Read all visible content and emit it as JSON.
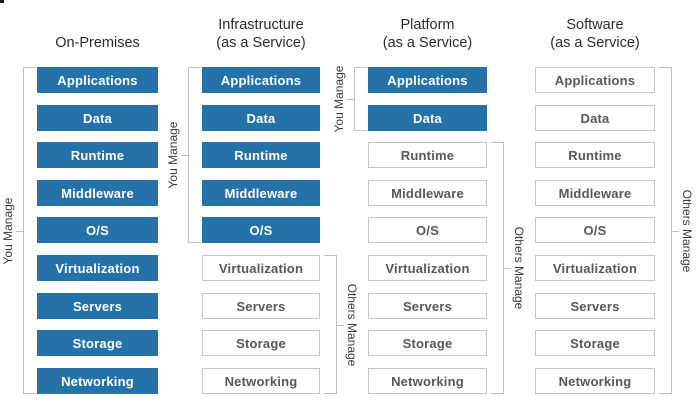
{
  "colors": {
    "managed_by_you_fill": "#2472a8",
    "managed_by_you_text": "#ffffff",
    "managed_by_others_fill": "#ffffff",
    "managed_by_others_border": "#c7c7c7",
    "managed_by_others_text": "#58585a",
    "header_text": "#2b2b2b",
    "bracket_line": "#c2c2c2",
    "bracket_label_text": "#3a3a3a"
  },
  "bracket_labels": {
    "you": "You Manage",
    "others": "Others Manage"
  },
  "columns": [
    {
      "id": "on-premises",
      "title_line1": "On-Premises",
      "title_line2": "",
      "layers": [
        {
          "label": "Applications",
          "managed_by": "you"
        },
        {
          "label": "Data",
          "managed_by": "you"
        },
        {
          "label": "Runtime",
          "managed_by": "you"
        },
        {
          "label": "Middleware",
          "managed_by": "you"
        },
        {
          "label": "O/S",
          "managed_by": "you"
        },
        {
          "label": "Virtualization",
          "managed_by": "you"
        },
        {
          "label": "Servers",
          "managed_by": "you"
        },
        {
          "label": "Storage",
          "managed_by": "you"
        },
        {
          "label": "Networking",
          "managed_by": "you"
        }
      ],
      "brackets": [
        {
          "side": "left",
          "label": "You Manage",
          "from_layer": 0,
          "to_layer": 8
        }
      ]
    },
    {
      "id": "iaas",
      "title_line1": "Infrastructure",
      "title_line2": "(as a Service)",
      "layers": [
        {
          "label": "Applications",
          "managed_by": "you"
        },
        {
          "label": "Data",
          "managed_by": "you"
        },
        {
          "label": "Runtime",
          "managed_by": "you"
        },
        {
          "label": "Middleware",
          "managed_by": "you"
        },
        {
          "label": "O/S",
          "managed_by": "you"
        },
        {
          "label": "Virtualization",
          "managed_by": "others"
        },
        {
          "label": "Servers",
          "managed_by": "others"
        },
        {
          "label": "Storage",
          "managed_by": "others"
        },
        {
          "label": "Networking",
          "managed_by": "others"
        }
      ],
      "brackets": [
        {
          "side": "left",
          "label": "You Manage",
          "from_layer": 0,
          "to_layer": 4
        },
        {
          "side": "right",
          "label": "Others Manage",
          "from_layer": 5,
          "to_layer": 8
        }
      ]
    },
    {
      "id": "paas",
      "title_line1": "Platform",
      "title_line2": "(as a Service)",
      "layers": [
        {
          "label": "Applications",
          "managed_by": "you"
        },
        {
          "label": "Data",
          "managed_by": "you"
        },
        {
          "label": "Runtime",
          "managed_by": "others"
        },
        {
          "label": "Middleware",
          "managed_by": "others"
        },
        {
          "label": "O/S",
          "managed_by": "others"
        },
        {
          "label": "Virtualization",
          "managed_by": "others"
        },
        {
          "label": "Servers",
          "managed_by": "others"
        },
        {
          "label": "Storage",
          "managed_by": "others"
        },
        {
          "label": "Networking",
          "managed_by": "others"
        }
      ],
      "brackets": [
        {
          "side": "left",
          "label": "You Manage",
          "from_layer": 0,
          "to_layer": 1
        },
        {
          "side": "right",
          "label": "Others Manage",
          "from_layer": 2,
          "to_layer": 8
        }
      ]
    },
    {
      "id": "saas",
      "title_line1": "Software",
      "title_line2": "(as a Service)",
      "layers": [
        {
          "label": "Applications",
          "managed_by": "others"
        },
        {
          "label": "Data",
          "managed_by": "others"
        },
        {
          "label": "Runtime",
          "managed_by": "others"
        },
        {
          "label": "Middleware",
          "managed_by": "others"
        },
        {
          "label": "O/S",
          "managed_by": "others"
        },
        {
          "label": "Virtualization",
          "managed_by": "others"
        },
        {
          "label": "Servers",
          "managed_by": "others"
        },
        {
          "label": "Storage",
          "managed_by": "others"
        },
        {
          "label": "Networking",
          "managed_by": "others"
        }
      ],
      "brackets": [
        {
          "side": "right",
          "label": "Others Manage",
          "from_layer": 0,
          "to_layer": 8
        }
      ]
    }
  ]
}
